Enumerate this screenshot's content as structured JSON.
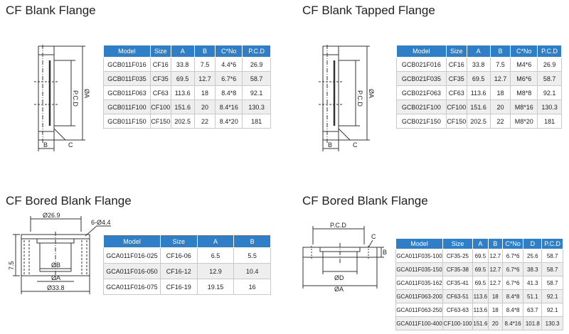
{
  "section1": {
    "title": "CF Blank Flange",
    "labels": {
      "pcd": "P.C.D",
      "dia": "ØA",
      "b": "B",
      "c": "C"
    },
    "table": {
      "headers": [
        "Model",
        "Size",
        "A",
        "B",
        "C*No",
        "P.C.D"
      ],
      "rows": [
        [
          "GCB011F016",
          "CF16",
          "33.8",
          "7.5",
          "4.4*6",
          "26.9"
        ],
        [
          "GCB011F035",
          "CF35",
          "69.5",
          "12.7",
          "6.7*6",
          "58.7"
        ],
        [
          "GCB011F063",
          "CF63",
          "113.6",
          "18",
          "8.4*8",
          "92.1"
        ],
        [
          "GCB011F100",
          "CF100",
          "151.6",
          "20",
          "8.4*16",
          "130.3"
        ],
        [
          "GCB011F150",
          "CF150",
          "202.5",
          "22",
          "8.4*20",
          "181"
        ]
      ]
    }
  },
  "section2": {
    "title": "CF Blank Tapped Flange",
    "labels": {
      "pcd": "P.C.D",
      "dia": "ØA",
      "b": "B",
      "c": "C"
    },
    "table": {
      "headers": [
        "Model",
        "Size",
        "A",
        "B",
        "C*No",
        "P.C.D"
      ],
      "rows": [
        [
          "GCB021F016",
          "CF16",
          "33.8",
          "7.5",
          "M4*6",
          "26.9"
        ],
        [
          "GCB021F035",
          "CF35",
          "69.5",
          "12.7",
          "M6*6",
          "58.7"
        ],
        [
          "GCB021F063",
          "CF63",
          "113.6",
          "18",
          "M8*8",
          "92.1"
        ],
        [
          "GCB021F100",
          "CF100",
          "151.6",
          "20",
          "M8*16",
          "130.3"
        ],
        [
          "GCB021F150",
          "CF150",
          "202.5",
          "22",
          "M8*20",
          "181"
        ]
      ]
    }
  },
  "section3": {
    "title": "CF Bored Blank Flange",
    "labels": {
      "d1": "Ø26.9",
      "holes": "6-Ø4.4",
      "h": "7.5",
      "b": "ØB",
      "a": "ØA",
      "d2": "Ø33.8"
    },
    "table": {
      "headers": [
        "Model",
        "Size",
        "A",
        "B"
      ],
      "rows": [
        [
          "GCA011F016-025",
          "CF16-06",
          "6.5",
          "5.5"
        ],
        [
          "GCA011F016-050",
          "CF16-12",
          "12.9",
          "10.4"
        ],
        [
          "GCA011F016-075",
          "CF16-19",
          "19.15",
          "16"
        ]
      ]
    }
  },
  "section4": {
    "title": "CF Bored Blank Flange",
    "labels": {
      "pcd": "P.C.D",
      "c": "C",
      "b": "B",
      "d": "ØD",
      "a": "ØA"
    },
    "table": {
      "headers": [
        "Model",
        "Size",
        "A",
        "B",
        "C*No",
        "D",
        "P.C.D"
      ],
      "rows": [
        [
          "GCA011F035-100",
          "CF35-25",
          "69.5",
          "12.7",
          "6.7*6",
          "25.6",
          "58.7"
        ],
        [
          "GCA011F035-150",
          "CF35-38",
          "69.5",
          "12.7",
          "6.7*6",
          "38.3",
          "58.7"
        ],
        [
          "GCA011F035-162",
          "CF35-41",
          "69.5",
          "12.7",
          "6.7*6",
          "41.3",
          "58.7"
        ],
        [
          "GCA011F063-200",
          "CF63-51",
          "113.6",
          "18",
          "8.4*8",
          "51.1",
          "92.1"
        ],
        [
          "GCA011F063-250",
          "CF63-63",
          "113.6",
          "18",
          "8.4*8",
          "63.7",
          "92.1"
        ],
        [
          "GCA011F100-400",
          "CF100-100",
          "151.6",
          "20",
          "8.4*16",
          "101.8",
          "130.3"
        ]
      ]
    }
  }
}
